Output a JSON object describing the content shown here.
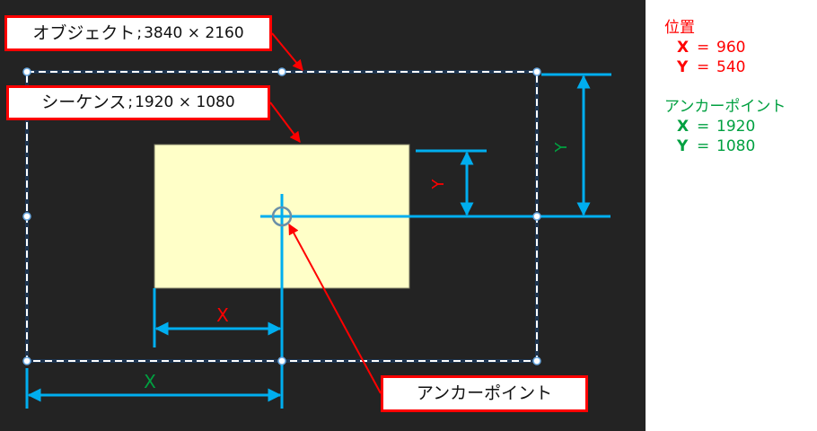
{
  "colors": {
    "canvas_bg": "#232323",
    "panel_bg": "#ffffff",
    "dimension_line": "#00aeef",
    "callout_border": "#ff0000",
    "sequence_fill": "#ffffc8",
    "position_label": "#ff0000",
    "anchor_label": "#00a040",
    "object_bounds": "#ffffff"
  },
  "callouts": {
    "object": {
      "name": "オブジェクト",
      "sep": ";",
      "dims": "3840 × 2160"
    },
    "sequence": {
      "name": "シーケンス",
      "sep": ";",
      "dims": "1920 × 1080"
    },
    "anchor": {
      "name": "アンカーポイント"
    }
  },
  "dimension_labels": {
    "position_x": "X",
    "position_y": "Y",
    "anchor_x": "X",
    "anchor_y": "Y"
  },
  "legend": {
    "position": {
      "title": "位置",
      "x_axis": "X",
      "x_eq": "=",
      "x_value": "960",
      "y_axis": "Y",
      "y_eq": "=",
      "y_value": "540"
    },
    "anchor_point": {
      "title": "アンカーポイント",
      "x_axis": "X",
      "x_eq": "=",
      "x_value": "1920",
      "y_axis": "Y",
      "y_eq": "=",
      "y_value": "1080"
    }
  }
}
